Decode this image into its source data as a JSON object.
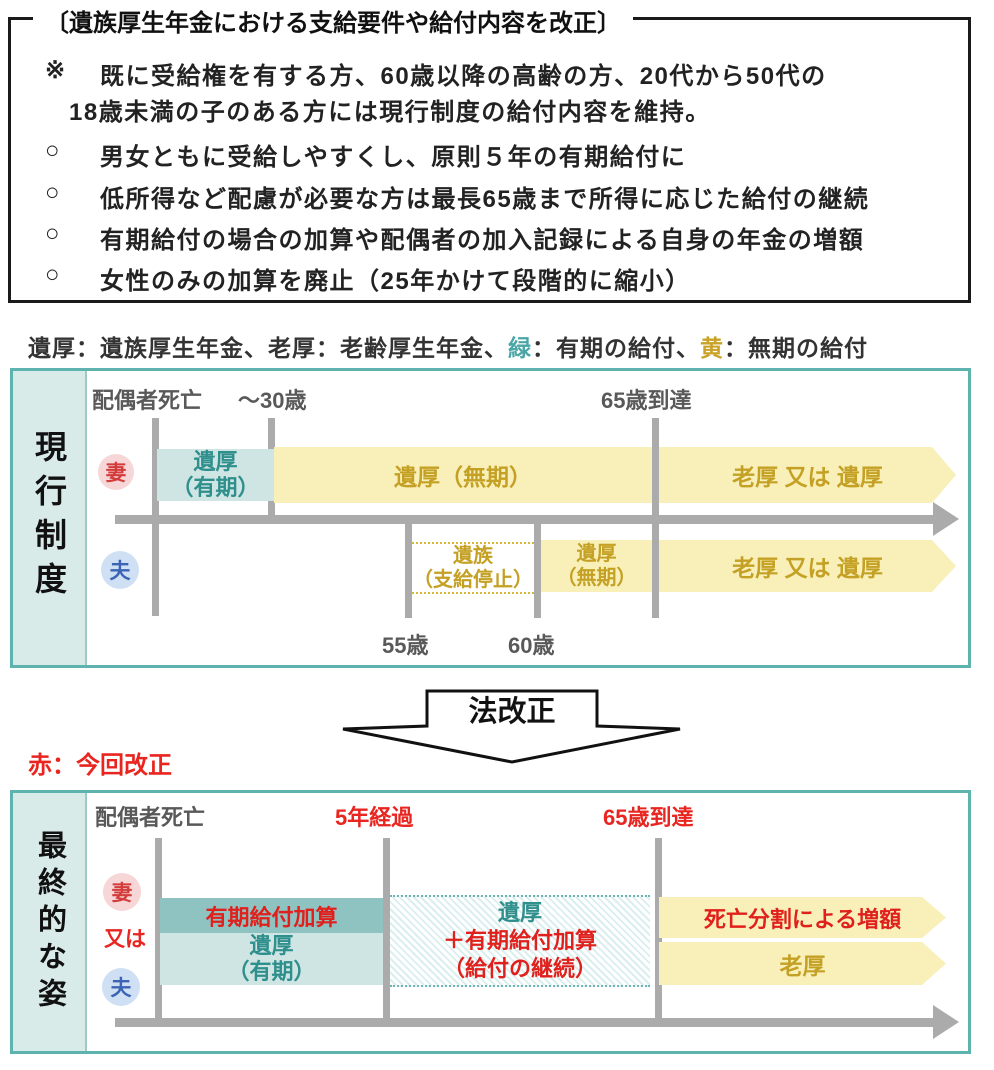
{
  "colors": {
    "panel_border_teal": "#5fb3ae",
    "sidebar_fill": "#d9ebe9",
    "teal_box": "#cfe5e4",
    "teal_header": "#8fc3c1",
    "teal_text": "#2f8f8c",
    "yellow_box": "#f8f0b8",
    "gold_text": "#c4a125",
    "red_text": "#e8251f",
    "gray_line": "#ababab",
    "gray_label": "#595959",
    "wife_badge_bg": "#f6d6d6",
    "wife_badge_text": "#d43c3c",
    "husband_badge_bg": "#cfe0f5",
    "husband_badge_text": "#3c64b4"
  },
  "top_box": {
    "title": "〔遺族厚生年金における支給要件や給付内容を改正〕",
    "note": {
      "marker": "※",
      "line1": "既に受給権を有する方、60歳以降の高齢の方、20代から50代の",
      "line2": "18歳未満の子のある方には現行制度の給付内容を維持。"
    },
    "bullets": [
      {
        "marker": "○",
        "text": "男女ともに受給しやすくし、原則５年の有期給付に"
      },
      {
        "marker": "○",
        "text": "低所得など配慮が必要な方は最長65歳まで所得に応じた給付の継続"
      },
      {
        "marker": "○",
        "text": "有期給付の場合の加算や配偶者の加入記録による自身の年金の増額"
      },
      {
        "marker": "○",
        "text": "女性のみの加算を廃止（25年かけて段階的に縮小）"
      }
    ]
  },
  "legend": {
    "head": "遺厚：遺族厚生年金、老厚：老齢厚生年金、",
    "green_word": "緑",
    "mid": "：有期の給付、",
    "yellow_word": "黄",
    "tail": "：無期の給付"
  },
  "current_system": {
    "sidebar": "現行制度",
    "labels": {
      "spouse_death": "配偶者死亡",
      "age30": "～30歳",
      "age65": "65歳到達",
      "age55": "55歳",
      "age60": "60歳"
    },
    "wife": {
      "badge": "妻",
      "box1_line1": "遺厚",
      "box1_line2": "（有期）",
      "box2": "遺厚（無期）",
      "arrow": "老厚 又は 遺厚"
    },
    "husband": {
      "badge": "夫",
      "box1_line1": "遺族",
      "box1_line2": "（支給停止）",
      "box2_line1": "遺厚",
      "box2_line2": "（無期）",
      "arrow": "老厚 又は 遺厚"
    }
  },
  "reform": {
    "label": "法改正"
  },
  "red_note": "赤：今回改正",
  "final_form": {
    "sidebar": "最終的な姿",
    "labels": {
      "spouse_death": "配偶者死亡",
      "five_years": "5年経過",
      "age65": "65歳到達"
    },
    "wife_badge": "妻",
    "or_label": "又は",
    "husband_badge": "夫",
    "seg1": {
      "header": "有期給付加算",
      "line1": "遺厚",
      "line2": "（有期）"
    },
    "seg2": {
      "line1": "遺厚",
      "line2": "＋有期給付加算",
      "line3": "（給付の継続）"
    },
    "arrow1": "死亡分割による増額",
    "arrow2": "老厚"
  }
}
